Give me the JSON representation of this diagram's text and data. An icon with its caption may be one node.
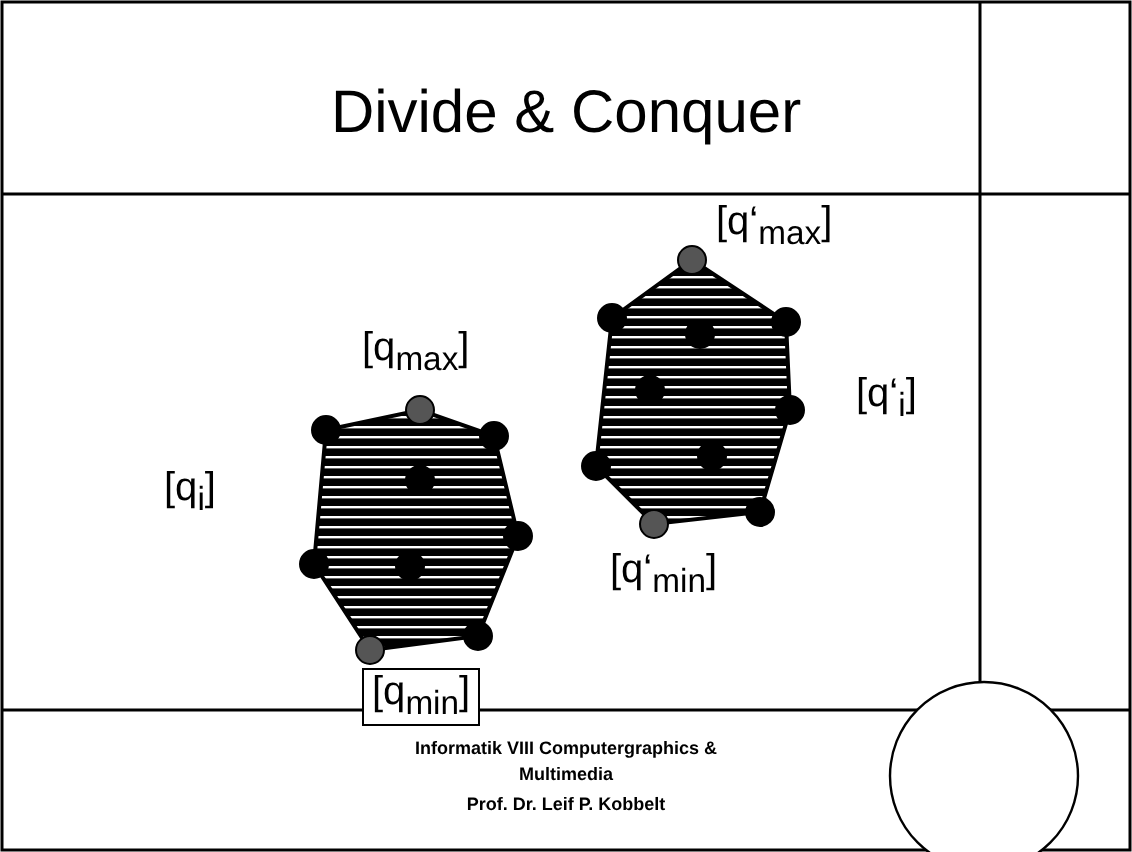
{
  "diagram": {
    "title": "Divide & Conquer",
    "nodes": [
      {
        "text": [
          "[q$_{min}$]"
        ]
      }
    ],
    "edges": [],
    "labels": [
      "[q‘$_{max}$]",
      "[q$_{max}$]",
      "[q‘$_{i}$]",
      "[q$_{i}$]",
      "[q‘$_{min}$]",
      "Informatik VIII Computergraphics & Multimedia",
      "Prof. Dr. Leif P. Kobbelt"
    ]
  }
}
